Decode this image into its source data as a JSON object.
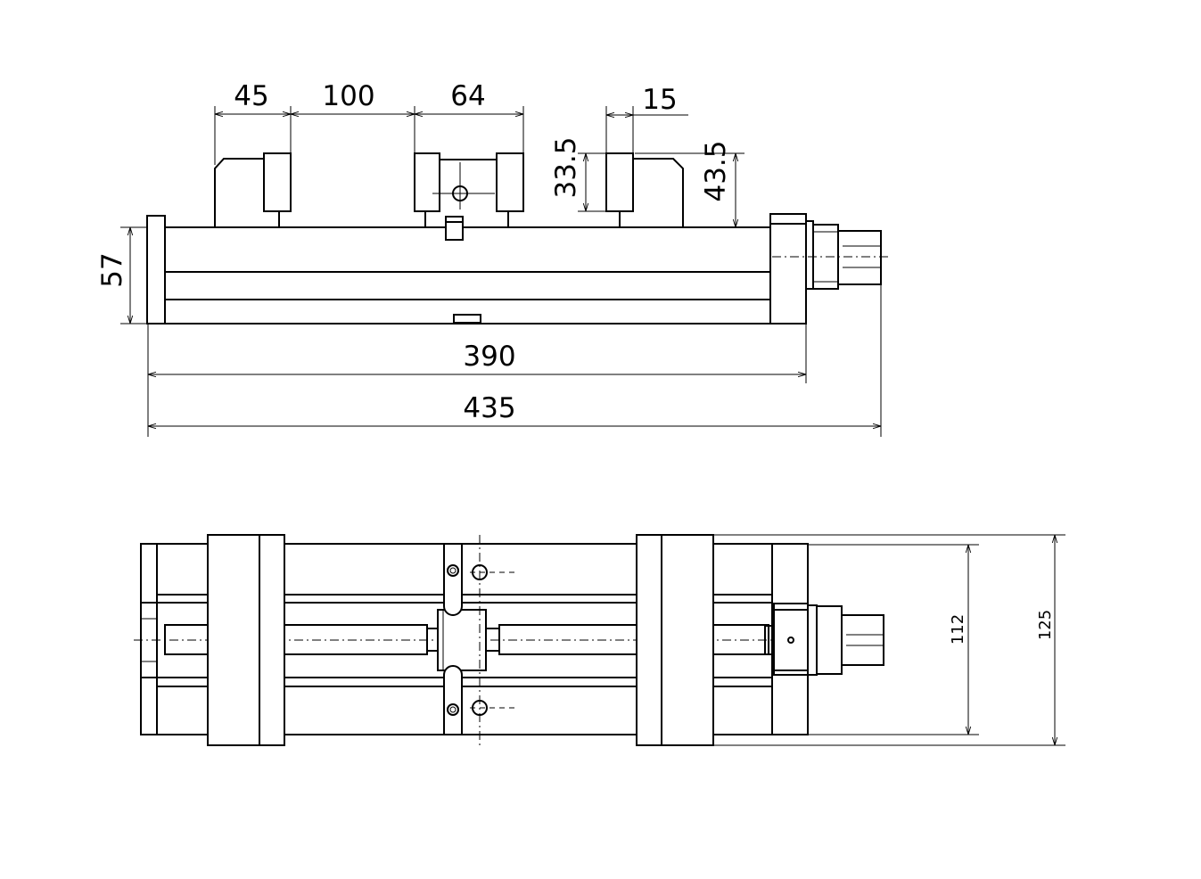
{
  "side_view": {
    "dimensions": {
      "d45": "45",
      "d100": "100",
      "d64": "64",
      "d15": "15",
      "d33_5": "33.5",
      "d43_5": "43.5",
      "d57": "57",
      "d390": "390",
      "d435": "435"
    }
  },
  "top_view": {
    "dimensions": {
      "d112": "112",
      "d125": "125"
    }
  }
}
